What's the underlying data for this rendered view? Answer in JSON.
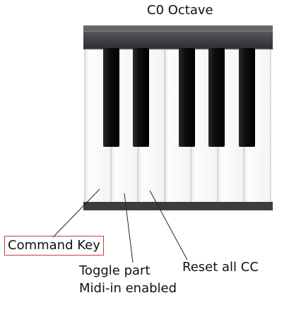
{
  "title": "C0 Octave",
  "labels": {
    "command_key": "Command Key",
    "toggle_part_line1": "Toggle part",
    "toggle_part_line2": "Midi-in enabled",
    "reset_all_cc": "Reset all CC"
  },
  "colors": {
    "highlight_box": "#d23a3a",
    "black_key": "#111111",
    "white_key": "#fbfbfb",
    "keyboard_body": "#4a4c50"
  }
}
